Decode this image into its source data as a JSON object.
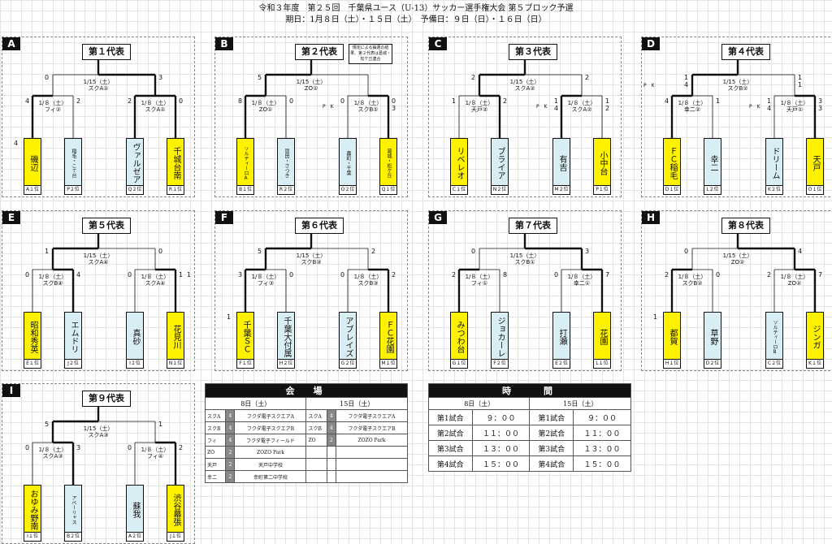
{
  "header": {
    "line1": "令和３年度　第２５回　千葉県ユース（U-13）サッカー選手権大会 第５ブロック予選",
    "line2": "期日：1月８日（土）・１５日（土）　予備日：９日（日）・１６日（日）"
  },
  "blocks": [
    {
      "id": "A",
      "title": "第１代表",
      "top": {
        "left": "0",
        "right": "3",
        "d1": "1/15（土）",
        "d2": "スクA①"
      },
      "leftSemi": {
        "l": "4",
        "r": "2",
        "d1": "1/８（土）",
        "d2": "フィ②"
      },
      "rightSemi": {
        "l": "2",
        "r": "0",
        "d1": "1/８（土）",
        "d2": "スクA①"
      },
      "teams": [
        {
          "name": "磯辺",
          "seed": "A１位",
          "c": "y"
        },
        {
          "name": "稲毛・こて台",
          "seed": "P２位",
          "c": "b",
          "s": 1
        },
        {
          "name": "ヴァルゼア",
          "seed": "Q２位",
          "c": "b"
        },
        {
          "name": "千城台南",
          "seed": "R１位",
          "c": "y"
        }
      ],
      "sideL": "4",
      "pk": {
        "l": "",
        "r": ""
      },
      "note": "",
      "win": [
        1,
        0,
        1,
        1,
        0,
        1
      ]
    },
    {
      "id": "B",
      "title": "第２代表",
      "top": {
        "left": "5",
        "right": "",
        "d1": "1/15（土）",
        "d2": "ZO①"
      },
      "leftSemi": {
        "l": "8",
        "r": "0",
        "d1": "1/８（土）",
        "d2": "ZO①"
      },
      "rightSemi": {
        "l": "0",
        "r": "0\n3",
        "d1": "1/８（土）",
        "d2": "スクB①"
      },
      "teams": [
        {
          "name": "ソルティーロA",
          "seed": "B１位",
          "c": "y",
          "s": 1
        },
        {
          "name": "賀田・さつき",
          "seed": "R２位",
          "c": "b",
          "s": 1
        },
        {
          "name": "轟町・千葉",
          "seed": "O２位",
          "c": "b",
          "s": 1
        },
        {
          "name": "葛城・松ケ丘",
          "seed": "Q１位",
          "c": "y",
          "s": 1
        }
      ],
      "sideL": "",
      "pk": {
        "l": "",
        "r": "P　K"
      },
      "note": "規定による抽選の結果、第２代表は葛城・松ケ丘連合",
      "win": [
        1,
        0,
        0,
        1,
        1,
        0
      ]
    },
    {
      "id": "C",
      "title": "第３代表",
      "top": {
        "left": "2",
        "right": "2",
        "d1": "1/15（土）",
        "d2": "スクA②"
      },
      "leftSemi": {
        "l": "1",
        "r": "2",
        "d1": "1/８（土）",
        "d2": "天戸②"
      },
      "rightSemi": {
        "l": "1\n4",
        "r": "1\n2",
        "d1": "1/８（土）",
        "d2": "スクA②"
      },
      "teams": [
        {
          "name": "リベレオ",
          "seed": "C１位",
          "c": "y"
        },
        {
          "name": "ブライア",
          "seed": "N２位",
          "c": "b"
        },
        {
          "name": "有吉",
          "seed": "M２位",
          "c": "b"
        },
        {
          "name": "小中台",
          "seed": "P１位",
          "c": "y"
        }
      ],
      "sideL": "",
      "pk": {
        "l": "",
        "r": "P　K"
      },
      "note": "",
      "win": [
        0,
        1,
        1,
        0,
        1,
        0
      ]
    },
    {
      "id": "D",
      "title": "第４代表",
      "top": {
        "left": "1\n4",
        "right": "1\n1",
        "d1": "1/15（土）",
        "d2": "スクB②"
      },
      "leftSemi": {
        "l": "4",
        "r": "1",
        "d1": "1/８（土）",
        "d2": "幸二②"
      },
      "rightSemi": {
        "l": "1\n4",
        "r": "3\n3",
        "d1": "1/８（土）",
        "d2": "天戸①"
      },
      "teams": [
        {
          "name": "ＦＣ稲毛",
          "seed": "D１位",
          "c": "y"
        },
        {
          "name": "幸二",
          "seed": "L２位",
          "c": "b"
        },
        {
          "name": "ドリーム",
          "seed": "K２位",
          "c": "b"
        },
        {
          "name": "天戸",
          "seed": "O１位",
          "c": "y"
        }
      ],
      "sideL": "",
      "pk": {
        "l": "P　K",
        "r": "P　K"
      },
      "note": "",
      "win": [
        1,
        0,
        0,
        1,
        1,
        0
      ]
    },
    {
      "id": "E",
      "title": "第５代表",
      "top": {
        "left": "1",
        "right": "0",
        "d1": "1/15（土）",
        "d2": "スクA④"
      },
      "leftSemi": {
        "l": "0",
        "r": "4",
        "d1": "1/８（土）",
        "d2": "スクB④"
      },
      "rightSemi": {
        "l": "0",
        "r": "1",
        "d1": "1/８（土）",
        "d2": "スクA④"
      },
      "teams": [
        {
          "name": "昭和秀英",
          "seed": "E１位",
          "c": "y"
        },
        {
          "name": "エムドリ",
          "seed": "J２位",
          "c": "b"
        },
        {
          "name": "真砂",
          "seed": "I２位",
          "c": "b"
        },
        {
          "name": "花見川",
          "seed": "N１位",
          "c": "y"
        }
      ],
      "sideL": "",
      "sideR": "1",
      "pk": {
        "l": "",
        "r": ""
      },
      "note": "",
      "win": [
        0,
        1,
        0,
        1,
        1,
        0
      ]
    },
    {
      "id": "F",
      "title": "第６代表",
      "top": {
        "left": "5",
        "right": "2",
        "d1": "1/15（土）",
        "d2": "スクB③"
      },
      "leftSemi": {
        "l": "3",
        "r": "0",
        "d1": "1/８（土）",
        "d2": "フィ③"
      },
      "rightSemi": {
        "l": "0",
        "r": "2",
        "d1": "1/８（土）",
        "d2": "スクB③"
      },
      "teams": [
        {
          "name": "千葉ＳＣ",
          "seed": "F１位",
          "c": "y"
        },
        {
          "name": "千葉大付属",
          "seed": "H２位",
          "c": "b"
        },
        {
          "name": "アブレイズ",
          "seed": "G２位",
          "c": "b"
        },
        {
          "name": "ＦＣ花園",
          "seed": "M１位",
          "c": "y"
        }
      ],
      "sideL": "1",
      "pk": {
        "l": "",
        "r": ""
      },
      "note": "",
      "win": [
        1,
        0,
        0,
        1,
        1,
        0
      ]
    },
    {
      "id": "G",
      "title": "第７代表",
      "top": {
        "left": "0",
        "right": "3",
        "d1": "1/15（土）",
        "d2": "スクB①"
      },
      "leftSemi": {
        "l": "2",
        "r": "8",
        "d1": "1/８（土）",
        "d2": "フィ①"
      },
      "rightSemi": {
        "l": "0",
        "r": "7",
        "d1": "1/８（土）",
        "d2": "幸二①"
      },
      "teams": [
        {
          "name": "みつわ台",
          "seed": "G１位",
          "c": "y"
        },
        {
          "name": "ジョカーレ",
          "seed": "F２位",
          "c": "b"
        },
        {
          "name": "打瀬",
          "seed": "E２位",
          "c": "b"
        },
        {
          "name": "花園",
          "seed": "L１位",
          "c": "y"
        }
      ],
      "sideL": "",
      "pk": {
        "l": "",
        "r": ""
      },
      "note": "",
      "win": [
        1,
        0,
        0,
        1,
        0,
        1
      ]
    },
    {
      "id": "H",
      "title": "第８代表",
      "top": {
        "left": "0",
        "right": "4",
        "d1": "1/15（土）",
        "d2": "ZO②"
      },
      "leftSemi": {
        "l": "2",
        "r": "0",
        "d1": "1/８（土）",
        "d2": "スクB②"
      },
      "rightSemi": {
        "l": "2",
        "r": "7",
        "d1": "1/８（土）",
        "d2": "ZO②"
      },
      "teams": [
        {
          "name": "都賀",
          "seed": "H１位",
          "c": "y"
        },
        {
          "name": "草野",
          "seed": "D２位",
          "c": "b"
        },
        {
          "name": "ソルティーロB",
          "seed": "C２位",
          "c": "b",
          "s": 1
        },
        {
          "name": "ジンガ",
          "seed": "K１位",
          "c": "y"
        }
      ],
      "sideL": "1",
      "pk": {
        "l": "",
        "r": ""
      },
      "note": "",
      "win": [
        1,
        0,
        0,
        1,
        0,
        1
      ]
    },
    {
      "id": "I",
      "title": "第９代表",
      "top": {
        "left": "5",
        "right": "1",
        "d1": "1/15（土）",
        "d2": "スクA③"
      },
      "leftSemi": {
        "l": "0",
        "r": "3",
        "d1": "1/８（土）",
        "d2": "スクA③"
      },
      "rightSemi": {
        "l": "0",
        "r": "2",
        "d1": "1/８（土）",
        "d2": "フィ④"
      },
      "teams": [
        {
          "name": "おゆみ野南",
          "seed": "I１位",
          "c": "y"
        },
        {
          "name": "アベーリャス",
          "seed": "B２位",
          "c": "b",
          "s": 1
        },
        {
          "name": "蘇我",
          "seed": "A２位",
          "c": "b"
        },
        {
          "name": "渋谷幕張",
          "seed": "J１位",
          "c": "y"
        }
      ],
      "sideL": "",
      "pk": {
        "l": "",
        "r": ""
      },
      "note": "",
      "win": [
        0,
        1,
        0,
        1,
        1,
        0
      ]
    }
  ],
  "venue": {
    "title": "会　場",
    "h8": "8日（土）",
    "h15": "15日（土）",
    "rows": [
      [
        "スクA",
        "4",
        "フクダ電子スクエアA",
        "スクA",
        "4",
        "フクダ電子スクエアA"
      ],
      [
        "スクB",
        "4",
        "フクダ電子スクエアB",
        "スクB",
        "4",
        "フクダ電子スクエアB"
      ],
      [
        "フィ",
        "4",
        "フクダ電子フィールド",
        "ZO",
        "2",
        "ZOZO Park"
      ],
      [
        "ZO",
        "2",
        "ZOZO Park",
        "",
        "",
        ""
      ],
      [
        "天戸",
        "2",
        "天戸中学校",
        "",
        "",
        ""
      ],
      [
        "幸二",
        "2",
        "幸町第二中学校",
        "",
        "",
        ""
      ]
    ]
  },
  "time": {
    "title": "時　　間",
    "h8": "8日（土）",
    "h15": "15日（土）",
    "rows": [
      [
        "第1試合",
        "９：００",
        "第1試合",
        "９：００"
      ],
      [
        "第2試合",
        "１１：００",
        "第2試合",
        "１１：００"
      ],
      [
        "第3試合",
        "１３：００",
        "第3試合",
        "１３：００"
      ],
      [
        "第4試合",
        "１５：００",
        "第4試合",
        "１５：００"
      ]
    ]
  }
}
